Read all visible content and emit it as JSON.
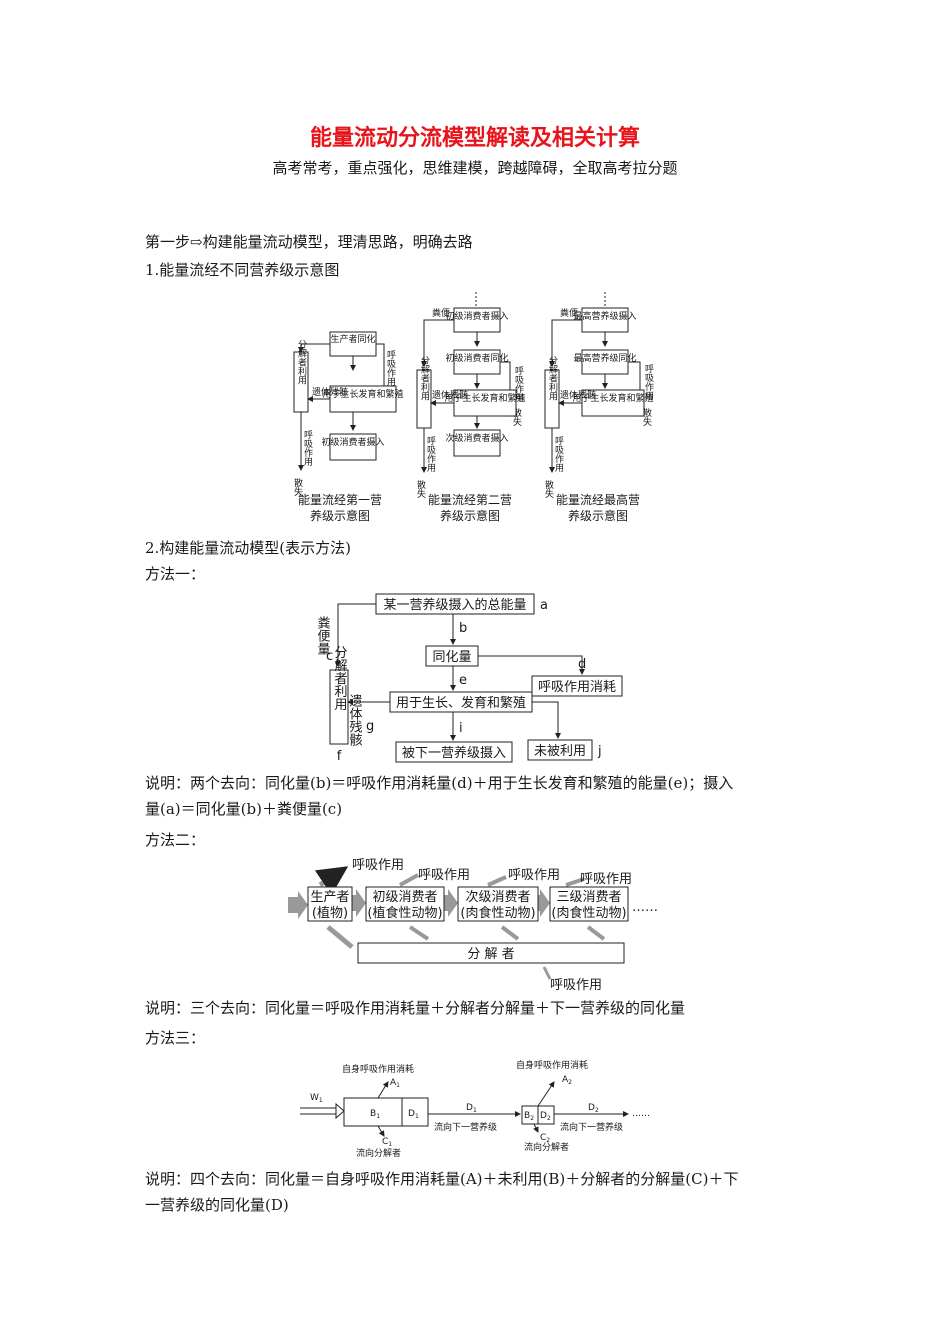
{
  "title": "能量流动分流模型解读及相关计算",
  "subtitle": "高考常考，重点强化，思维建模，跨越障碍，全取高考拉分题",
  "step1": "第一步⇨构建能量流动模型，理清思路，明确去路",
  "sec1": "1.能量流经不同营养级示意图",
  "fig1": {
    "d1": {
      "producer_assim": "生产者同化",
      "decomposer": "分解者利用",
      "respiration": "呼吸作用",
      "dissipate": "散失",
      "remains": "遗体残骸",
      "growth": "用于生长发育和繁殖",
      "primary_intake": "初级消费者摄入",
      "resp2": "呼吸作用",
      "dissipate2": "散失",
      "caption1": "能量流经第一营",
      "caption2": "养级示意图"
    },
    "d2": {
      "feces": "粪便",
      "primary_intake": "初级消费者摄入",
      "primary_assim": "初级消费者同化",
      "decomposer": "分解者利用",
      "respiration": "呼吸作用",
      "dissipate": "散失",
      "remains": "遗体残骸",
      "growth": "用于生长发育和繁殖",
      "secondary_intake": "次级消费者摄入",
      "resp2": "呼吸作用",
      "dissipate2": "散失",
      "caption1": "能量流经第二营",
      "caption2": "养级示意图"
    },
    "d3": {
      "feces": "粪便",
      "top_intake": "最高营养级摄入",
      "top_assim": "最高营养级同化",
      "decomposer": "分解者利用",
      "respiration": "呼吸作用",
      "dissipate": "散失",
      "remains": "遗体残骸",
      "growth": "用于生长发育和繁殖",
      "resp2": "呼吸作用",
      "dissipate2": "散失",
      "caption1": "能量流经最高营",
      "caption2": "养级示意图"
    }
  },
  "sec2": "2.构建能量流动模型(表示方法)",
  "method1": "方法一：",
  "fig2": {
    "total": "某一营养级摄入的总能量",
    "a": "a",
    "b": "b",
    "assim": "同化量",
    "d": "d",
    "resp": "呼吸作用消耗",
    "e": "e",
    "growth": "用于生长、发育和繁殖",
    "next": "被下一营养级摄入",
    "i": "i",
    "unused": "未被利用",
    "j": "j",
    "feces": "粪便量",
    "c": "c",
    "decomposer": "分解者利用",
    "f": "f",
    "remains": "遗体残骸",
    "g": "g"
  },
  "note1a": "说明：两个去向：同化量(b)＝呼吸作用消耗量(d)＋用于生长发育和繁殖的能量(e)；摄入",
  "note1b": "量(a)＝同化量(b)＋粪便量(c)",
  "method2": "方法二：",
  "fig3": {
    "resp": "呼吸作用",
    "producer": "生产者",
    "producer_sub": "(植物)",
    "primary": "初级消费者",
    "primary_sub": "(植食性动物)",
    "secondary": "次级消费者",
    "secondary_sub": "(肉食性动物)",
    "tertiary": "三级消费者",
    "tertiary_sub": "(肉食性动物)",
    "ellipsis": "……",
    "decomposer": "分 解 者"
  },
  "note2": "说明：三个去向：同化量＝呼吸作用消耗量＋分解者分解量＋下一营养级的同化量",
  "method3": "方法三：",
  "fig4": {
    "self_resp": "自身呼吸作用消耗",
    "A1": "A",
    "A1s": "1",
    "A2": "A",
    "A2s": "2",
    "W1": "W",
    "W1s": "1",
    "B1": "B",
    "B1s": "1",
    "D1": "D",
    "D1s": "1",
    "B2": "B",
    "B2s": "2",
    "D2": "D",
    "D2s": "2",
    "C1": "C",
    "C1s": "1",
    "C2": "C",
    "C2s": "2",
    "to_decomposer": "流向分解者",
    "to_next": "流向下一营养级",
    "ellipsis": "……"
  },
  "note3a": "说明：四个去向：同化量＝自身呼吸作用消耗量(A)＋未利用(B)＋分解者的分解量(C)＋下",
  "note3b": "一营养级的同化量(D)"
}
